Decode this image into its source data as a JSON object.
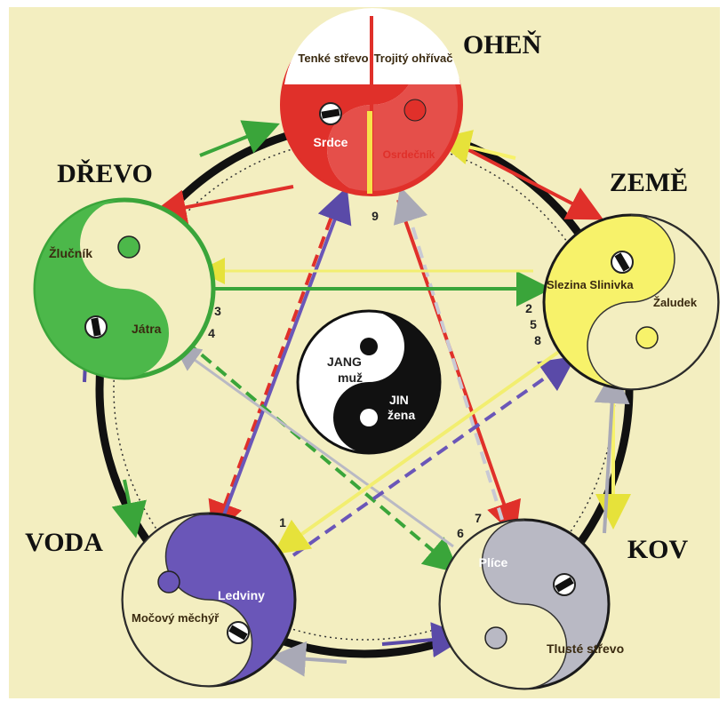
{
  "elements": {
    "fire": {
      "label": "OHEŇ",
      "organ_yang": "Tenké střevo",
      "organ_yang_2": "Trojitý ohřívač",
      "organ_yin": "Srdce",
      "organ_yin_2": "Osrdečník",
      "color": "#e0302a"
    },
    "earth": {
      "label": "ZEMĚ",
      "organ_yin": "Slezina Slinivka",
      "organ_yang": "Žaludek",
      "color": "#f7f26a"
    },
    "metal": {
      "label": "KOV",
      "organ_yin": "Plíce",
      "organ_yang": "Tlusté střevo",
      "color": "#b9b9c4"
    },
    "water": {
      "label": "VODA",
      "organ_yin": "Ledviny",
      "organ_yang": "Močový měchýř",
      "color": "#6a56b8"
    },
    "wood": {
      "label": "DŘEVO",
      "organ_yin": "Játra",
      "organ_yang": "Žlučník",
      "color": "#4cb84a"
    }
  },
  "center": {
    "yang": "JANG",
    "yang_sub": "muž",
    "yin": "JIN",
    "yin_sub": "žena"
  },
  "numbers": {
    "n1": "1",
    "n2": "2",
    "n3": "3",
    "n4": "4",
    "n5": "5",
    "n6": "6",
    "n7": "7",
    "n8": "8",
    "n9": "9"
  },
  "colors": {
    "background": "#f3eec0",
    "cycle_ring": "#111111"
  }
}
